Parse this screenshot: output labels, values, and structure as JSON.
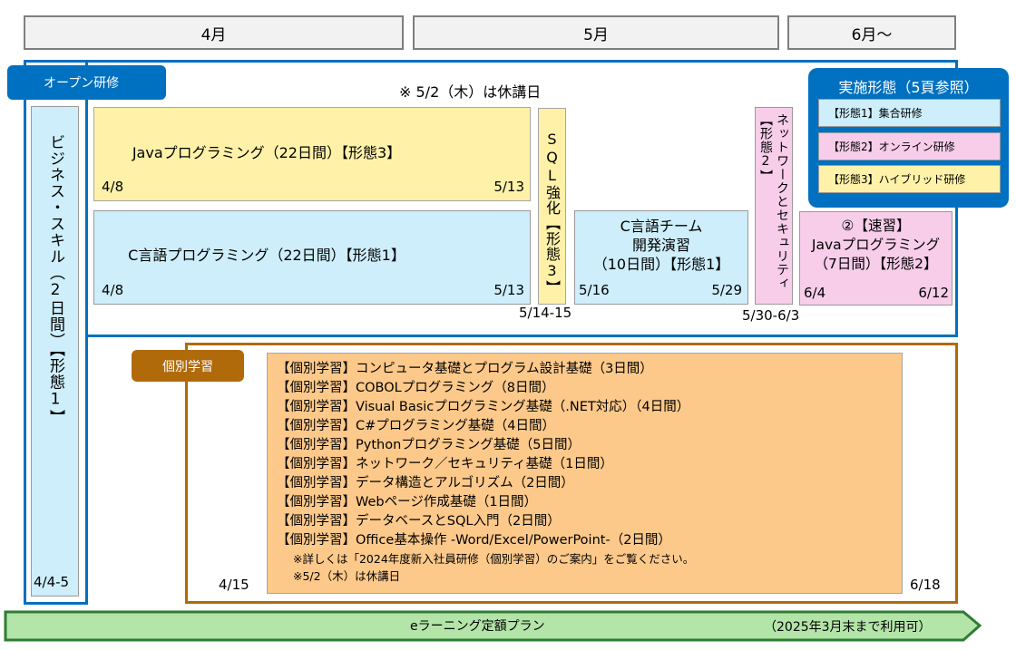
{
  "months": [
    "4月",
    "5月",
    "6月～"
  ],
  "open_training": {
    "label": "オープン研修",
    "holiday_note": "※ 5/2（木）は休講日",
    "business": {
      "title": "ビジネス・スキル（2日間）【形態1】",
      "date": "4/4-5"
    },
    "java": {
      "title": "Javaプログラミング（22日間）【形態3】",
      "start": "4/8",
      "end": "5/13"
    },
    "c": {
      "title": "C言語プログラミング（22日間）【形態1】",
      "start": "4/8",
      "end": "5/13"
    },
    "sql": {
      "title": "SQL強化【形態3】",
      "dates": "5/14-15"
    },
    "c_team": {
      "line1": "C言語チーム",
      "line2": "開発演習",
      "line3": "（10日間）【形態1】",
      "start": "5/16",
      "end": "5/29"
    },
    "network": {
      "title": "ネットワークとセキュリティ【形態2】",
      "dates": "5/30-6/3"
    },
    "java_fast": {
      "line1": "②【速習】",
      "line2": "Javaプログラミング",
      "line3": "（7日間）【形態2】",
      "start": "6/4",
      "end": "6/12"
    }
  },
  "legend": {
    "title": "実施形態（5頁参照）",
    "items": [
      "【形態1】集合研修",
      "【形態2】オンライン研修",
      "【形態3】ハイブリッド研修"
    ],
    "colors": [
      "#cdeefa",
      "#f7cdea",
      "#fff2a8"
    ]
  },
  "individual": {
    "label": "個別学習",
    "items": [
      "【個別学習】コンピュータ基礎とプログラム設計基礎（3日間）",
      "【個別学習】COBOLプログラミング（8日間）",
      "【個別学習】Visual Basicプログラミング基礎（.NET対応）（4日間）",
      "【個別学習】C#プログラミング基礎（4日間）",
      "【個別学習】Pythonプログラミング基礎（5日間）",
      "【個別学習】ネットワーク／セキュリティ基礎（1日間）",
      "【個別学習】データ構造とアルゴリズム（2日間）",
      "【個別学習】Webページ作成基礎（1日間）",
      "【個別学習】データベースとSQL入門（2日間）",
      "【個別学習】Office基本操作 -Word/Excel/PowerPoint-（2日間）"
    ],
    "notes": [
      "※詳しくは「2024年度新入社員研修（個別学習）のご案内」をご覧ください。",
      "※5/2（木）は休講日"
    ],
    "start": "4/15",
    "end": "6/18"
  },
  "elearning": {
    "label": "eラーニング定額プラン",
    "note": "（2025年3月末まで利用可）"
  },
  "colors": {
    "blue": "#0070c0",
    "brown": "#b06a0a",
    "green": "#b3e4a8",
    "dark_green": "#2e7d32"
  }
}
